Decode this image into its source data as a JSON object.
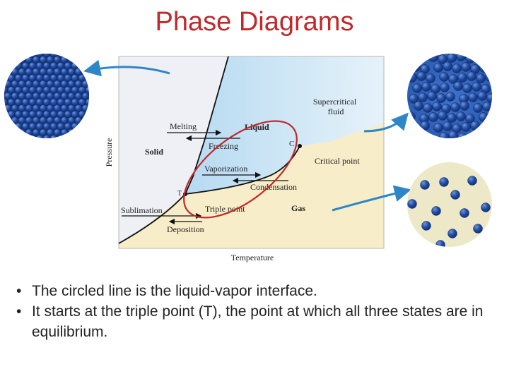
{
  "slide": {
    "title": "Phase Diagrams",
    "bullets": [
      "The circled line is the liquid-vapor interface.",
      "It starts at the triple point (T), the point at which all three states are in equilibrium."
    ]
  },
  "diagram": {
    "axis_x": "Temperature",
    "axis_y": "Pressure",
    "regions": {
      "solid": "Solid",
      "liquid": "Liquid",
      "gas": "Gas",
      "supercritical_line1": "Supercritical",
      "supercritical_line2": "fluid"
    },
    "transitions": {
      "melting": "Melting",
      "freezing": "Freezing",
      "vaporization": "Vaporization",
      "condensation": "Condensation",
      "sublimation": "Sublimation",
      "deposition": "Deposition"
    },
    "points": {
      "critical": "Critical point",
      "triple": "Triple point",
      "critical_marker": "C",
      "triple_marker": "T"
    }
  },
  "colors": {
    "title": "#c0292b",
    "solid_region": "#eef0f6",
    "liquid_region": "#b9dcf2",
    "gas_region": "#f7edc8",
    "highlight_ellipse": "#c0292b",
    "arrow_blue": "#2e86c9",
    "molecule_dark": "#1a3a8c",
    "molecule_light": "#4d7fd1"
  }
}
